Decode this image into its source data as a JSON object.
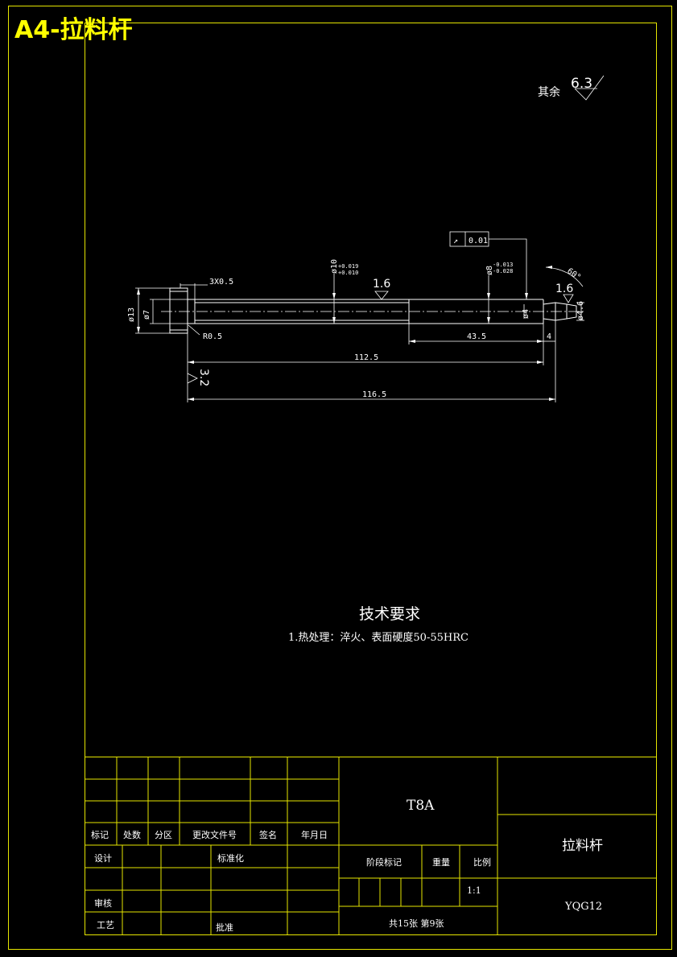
{
  "sheet_title": "A4-拉料杆",
  "roughness": {
    "other_label": "其余",
    "other_value": "6.3",
    "surface_1": "1.6",
    "surface_2": "1.6",
    "surface_3": "3.2"
  },
  "tolerance_frame": {
    "symbol": "↗",
    "value": "0.01"
  },
  "dimensions": {
    "chamfer": "3X0.5",
    "radius": "R0.5",
    "dia_13": "ø13",
    "dia_7": "ø7",
    "dia_10_main": "ø10",
    "dia_10_tol_upper": "+0.019",
    "dia_10_tol_lower": "+0.010",
    "dia_8": "ø8",
    "dia_8_tol_upper": "-0.013",
    "dia_8_tol_lower": "-0.028",
    "dia_4": "ø4",
    "dia_4_6": "ø4.6",
    "angle": "60°",
    "len_43_5": "43.5",
    "len_4": "4",
    "len_112_5": "112.5",
    "len_116_5": "116.5"
  },
  "technical_requirements": {
    "heading": "技术要求",
    "line1": "1.热处理：淬火、表面硬度50-55HRC"
  },
  "title_block": {
    "material": "T8A",
    "part_name": "拉料杆",
    "drawing_no": "YQG12",
    "col_mark": "标记",
    "col_qty": "处数",
    "col_zone": "分区",
    "col_doc": "更改文件号",
    "col_sign": "签名",
    "col_date": "年月日",
    "design": "设计",
    "standardize": "标准化",
    "review": "审核",
    "process": "工艺",
    "approve": "批准",
    "stage_mark": "阶段标记",
    "weight": "重量",
    "scale_label": "比例",
    "scale_value": "1:1",
    "sheets": "共15张 第9张"
  }
}
